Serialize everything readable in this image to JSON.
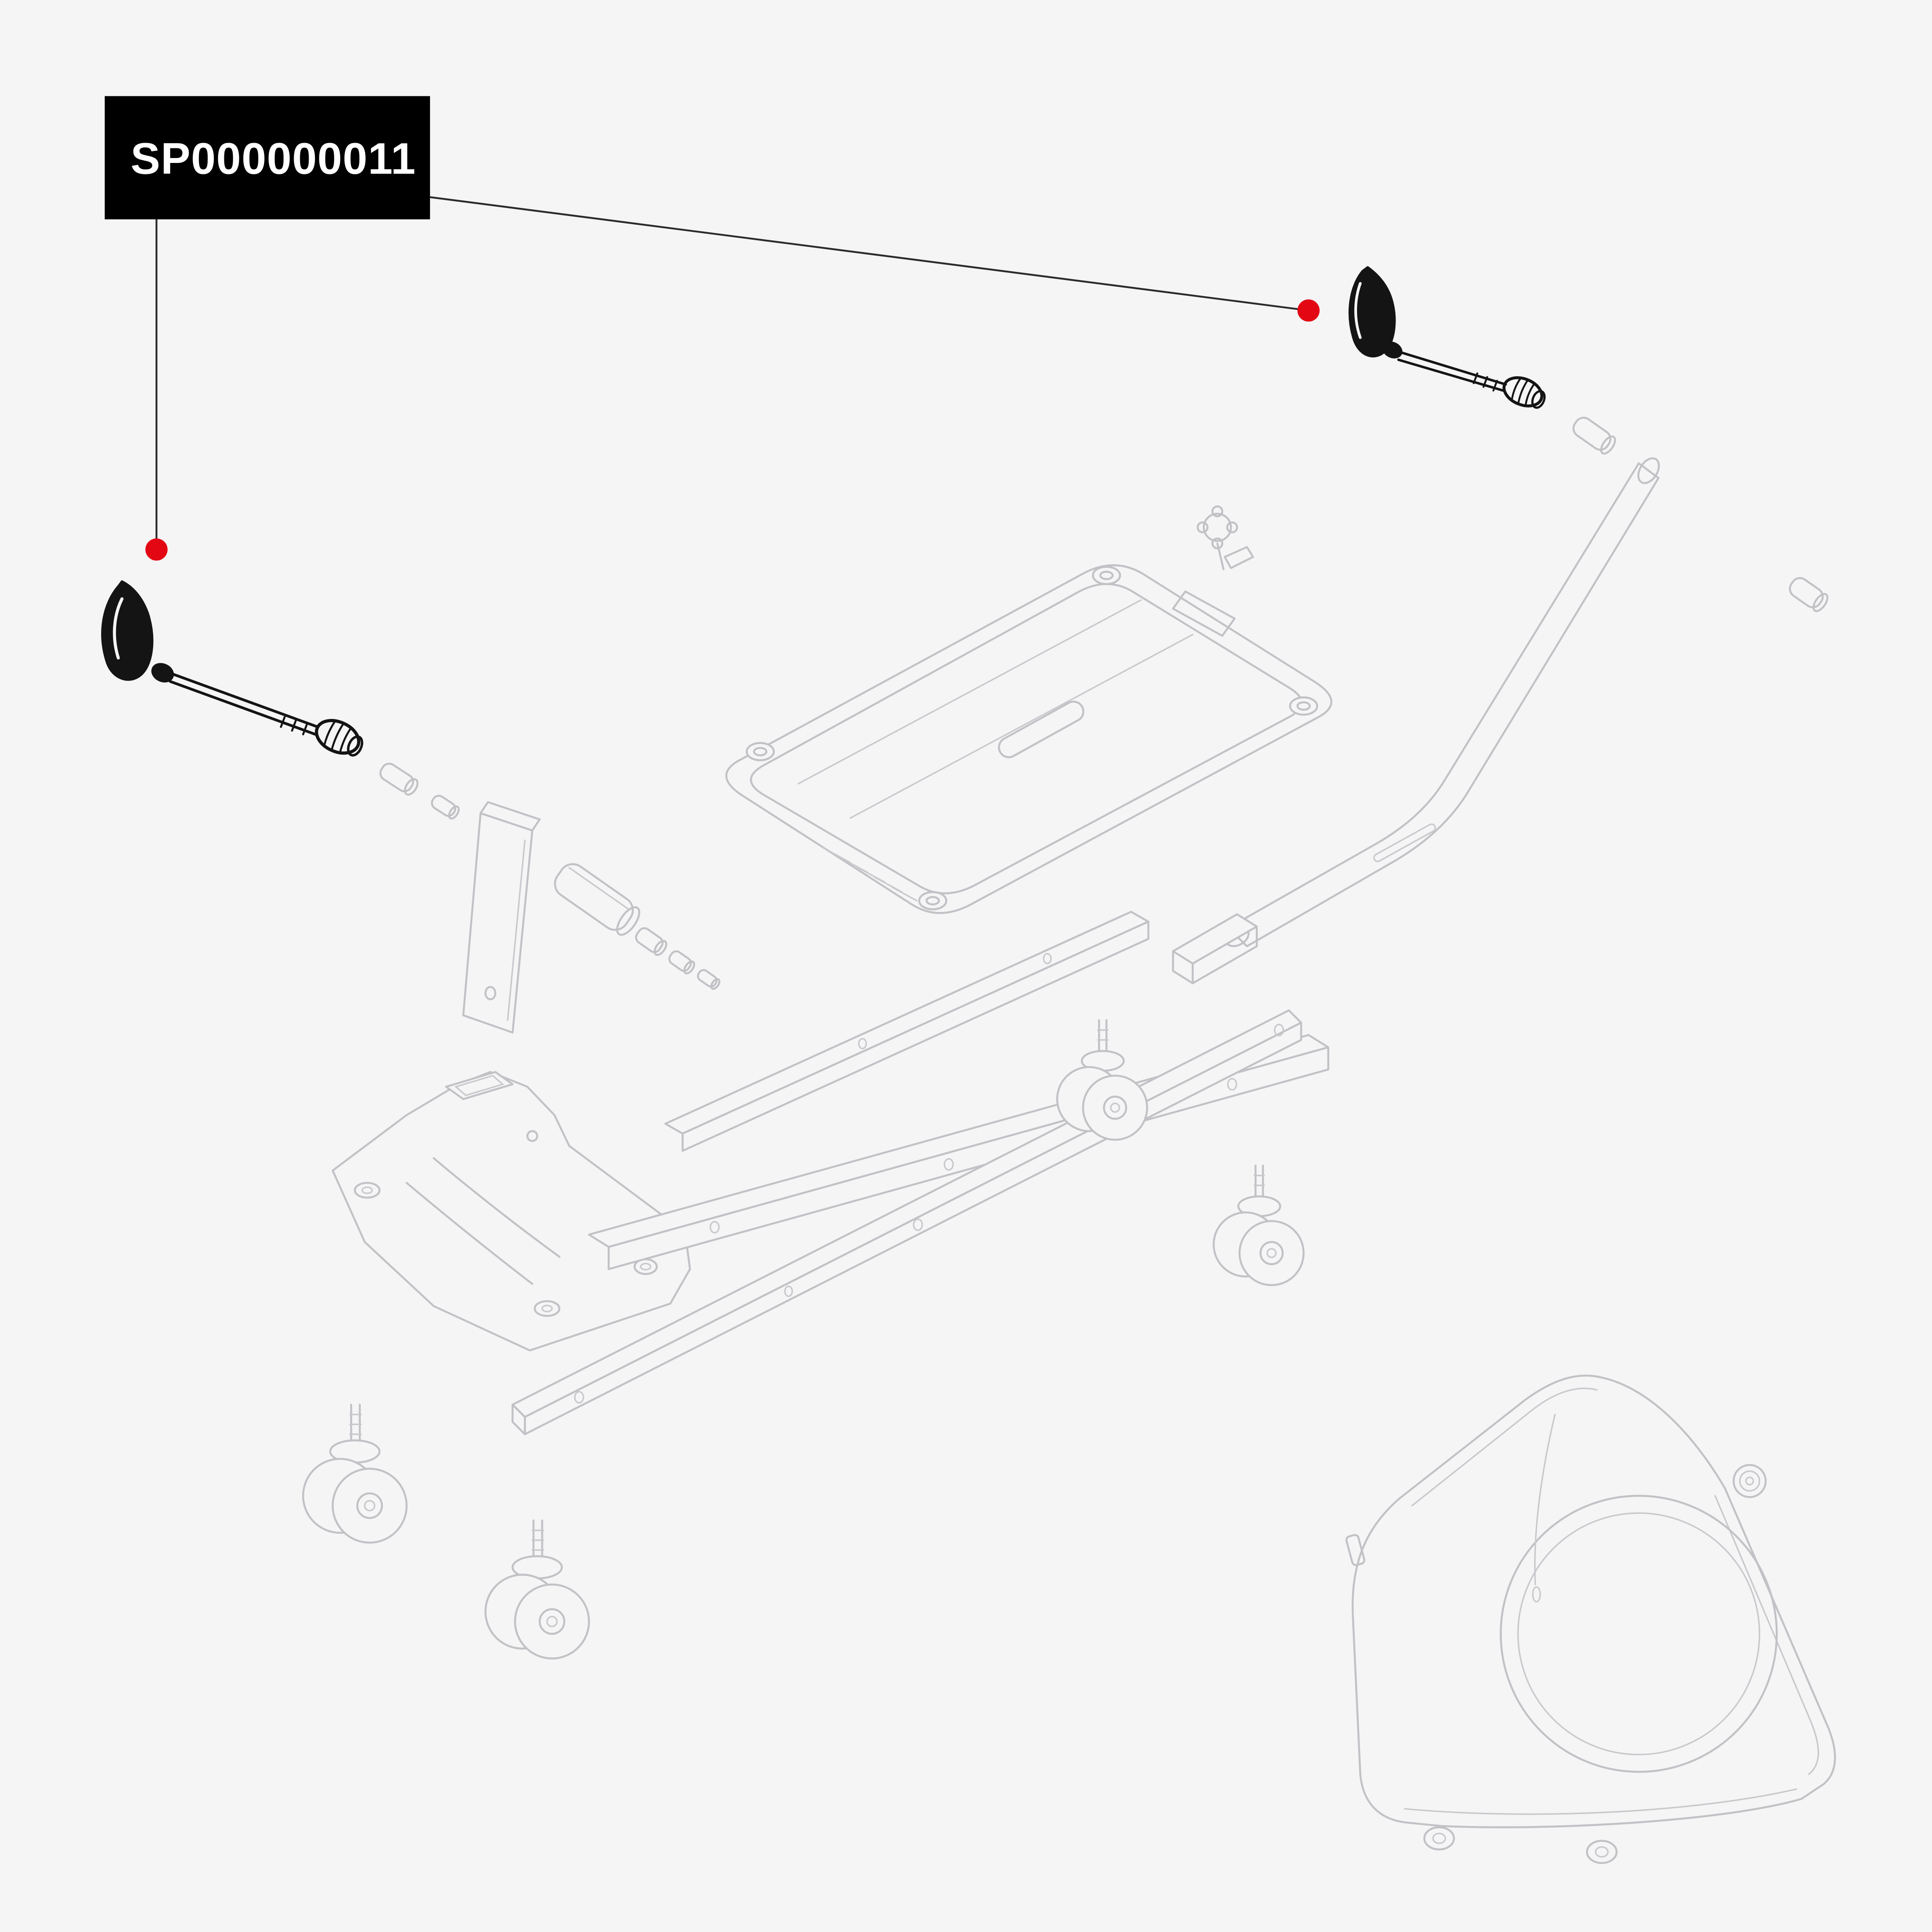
{
  "diagram": {
    "part_label": "SP000000011",
    "callout_dots": 2,
    "highlighted_part": "quick-release-skewer"
  },
  "colors": {
    "background": "#f5f5f6",
    "label_background": "#000000",
    "label_text": "#ffffff",
    "callout_red": "#e30613",
    "line_art_gray": "#c2c2c6",
    "highlight_black": "#141414"
  }
}
